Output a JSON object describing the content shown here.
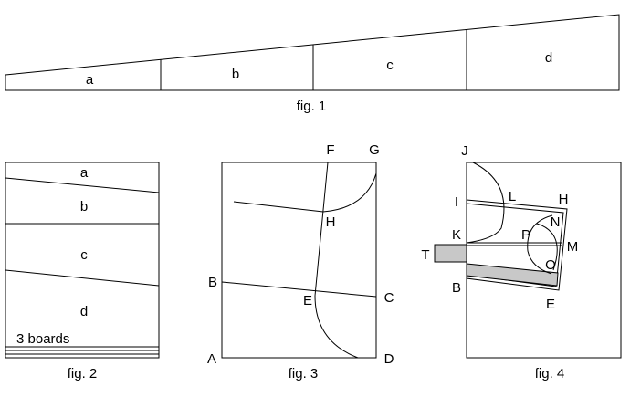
{
  "fig1": {
    "caption": "fig. 1",
    "sections": [
      "a",
      "b",
      "c",
      "d"
    ]
  },
  "fig2": {
    "caption": "fig. 2",
    "sections": [
      "a",
      "b",
      "c",
      "d"
    ],
    "boards_label": "3 boards"
  },
  "fig3": {
    "caption": "fig. 3",
    "points": {
      "A": "A",
      "B": "B",
      "C": "C",
      "D": "D",
      "E": "E",
      "F": "F",
      "G": "G",
      "H": "H"
    }
  },
  "fig4": {
    "caption": "fig. 4",
    "points": {
      "J": "J",
      "I": "I",
      "L": "L",
      "H": "H",
      "K": "K",
      "N": "N",
      "P": "P",
      "M": "M",
      "T": "T",
      "O": "O",
      "B": "B",
      "E": "E"
    }
  }
}
